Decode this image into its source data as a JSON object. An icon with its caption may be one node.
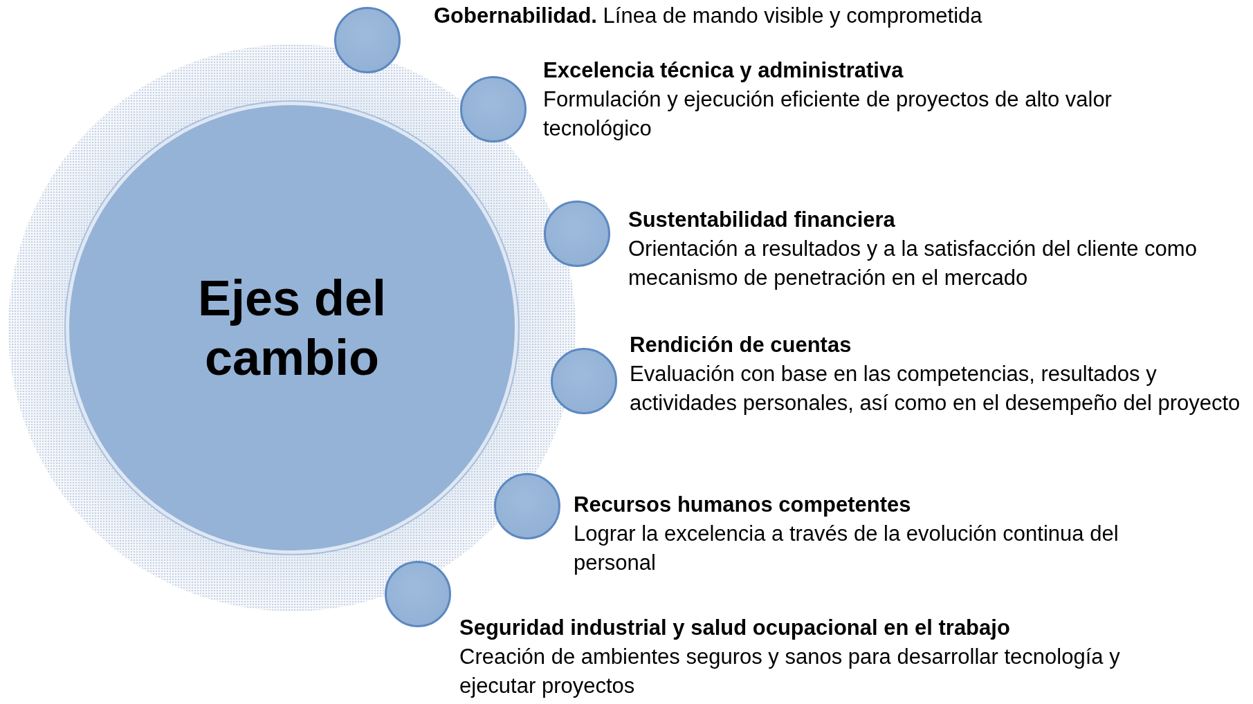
{
  "diagram": {
    "nodes": [
      {
        "text": [
          "Ejes del cambio"
        ]
      },
      {
        "text": [
          "**Gobernabilidad.** Línea de mando visible y comprometida"
        ]
      },
      {
        "text": [
          "Excelencia técnica y administrativa",
          "Formulación y ejecución eficiente de proyectos de alto valor tecnológico"
        ]
      },
      {
        "text": [
          "Sustentabilidad financiera",
          "Orientación a resultados y a la satisfacción del cliente como mecanismo de penetración en el mercado"
        ]
      },
      {
        "text": [
          "Rendición de cuentas",
          "Evaluación con base en las competencias, resultados y actividades personales, así como en el desempeño del proyecto"
        ]
      },
      {
        "text": [
          "Recursos humanos competentes",
          "Lograr la excelencia a través de la evolución continua del personal"
        ]
      },
      {
        "text": [
          "Seguridad industrial y salud ocupacional en el trabajo",
          "Creación de ambientes seguros y sanos para desarrollar tecnología y ejecutar proyectos"
        ]
      }
    ]
  }
}
